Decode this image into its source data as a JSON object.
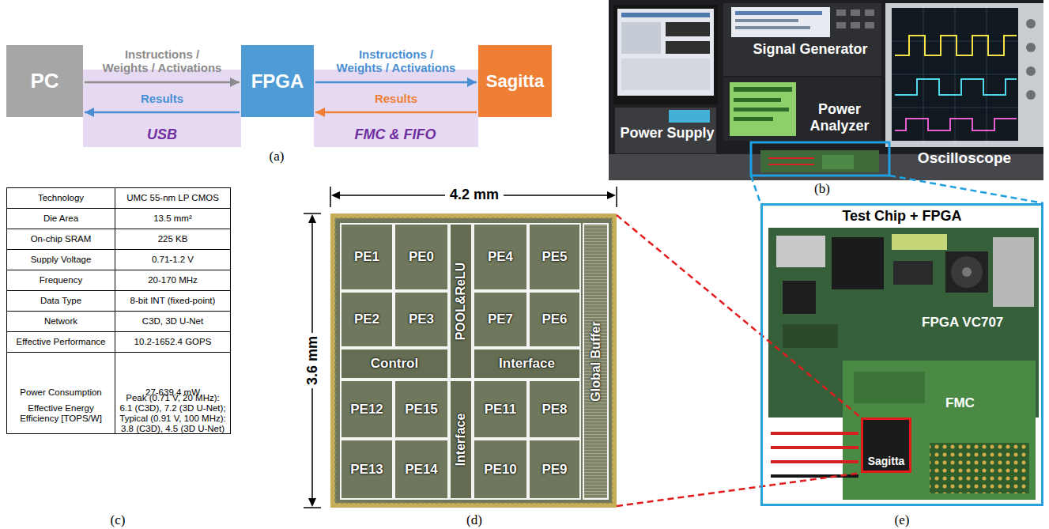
{
  "diagram": {
    "nodes": [
      {
        "text": [
          "PC"
        ]
      },
      {
        "text": [
          "FPGA"
        ]
      },
      {
        "text": [
          "Sagitta"
        ]
      },
      {
        "text": [
          "PE1"
        ]
      },
      {
        "text": [
          "PE0"
        ]
      },
      {
        "text": [
          "POOL&ReLU"
        ]
      },
      {
        "text": [
          "PE4"
        ]
      },
      {
        "text": [
          "PE5"
        ]
      },
      {
        "text": [
          "Global Buffer"
        ]
      },
      {
        "text": [
          "PE2"
        ]
      },
      {
        "text": [
          "PE3"
        ]
      },
      {
        "text": [
          "PE7"
        ]
      },
      {
        "text": [
          "PE6"
        ]
      },
      {
        "text": [
          "Control"
        ]
      },
      {
        "text": [
          "Interface"
        ]
      },
      {
        "text": [
          "PE12"
        ]
      },
      {
        "text": [
          "PE15"
        ]
      },
      {
        "text": [
          "Interface"
        ]
      },
      {
        "text": [
          "PE11"
        ]
      },
      {
        "text": [
          "PE8"
        ]
      },
      {
        "text": [
          "PE13"
        ]
      },
      {
        "text": [
          "PE14"
        ]
      },
      {
        "text": [
          "PE10"
        ]
      },
      {
        "text": [
          "PE9"
        ]
      },
      {
        "text": [
          "Test Chip + FPGA"
        ]
      },
      {
        "text": [
          "Sagitta"
        ],
        "in": 24
      }
    ],
    "edges": [
      {
        "from": 0,
        "to": 1,
        "arrow": "to",
        "label": "Instructions / Weights / Activations"
      },
      {
        "from": 1,
        "to": 0,
        "arrow": "to",
        "label": "Results"
      },
      {
        "from": 1,
        "to": 2,
        "arrow": "to",
        "label": "Instructions / Weights / Activations"
      },
      {
        "from": 2,
        "to": 1,
        "arrow": "to",
        "label": "Results"
      }
    ],
    "labels": [
      "USB",
      "FMC & FIFO",
      "(a)",
      "Signal Generator",
      "Power Supply",
      "Power Analyzer",
      "Oscilloscope",
      "(b)",
      "Technology",
      "UMC 55-nm LP CMOS",
      "Die Area",
      "13.5 mm²",
      "On-chip SRAM",
      "225 KB",
      "Supply Voltage",
      "0.71-1.2 V",
      "Frequency",
      "20-170 MHz",
      "Data Type",
      "8-bit INT (fixed-point)",
      "Network",
      "C3D, 3D U-Net",
      "Effective Performance",
      "10.2-1652.4 GOPS",
      "Power Consumption",
      "27-639.4 mW",
      "Effective Energy Efficiency [TOPS/W]",
      "Peak (0.71 V, 20 MHz): 6.1 (C3D), 7.2 (3D U-Net); Typical (0.91 V, 100 MHz): 3.8 (C3D), 4.5 (3D U-Net)",
      "(c)",
      "4.2 mm",
      "3.6 mm",
      "(d)",
      "FPGA VC707",
      "FMC",
      "(e)"
    ]
  }
}
